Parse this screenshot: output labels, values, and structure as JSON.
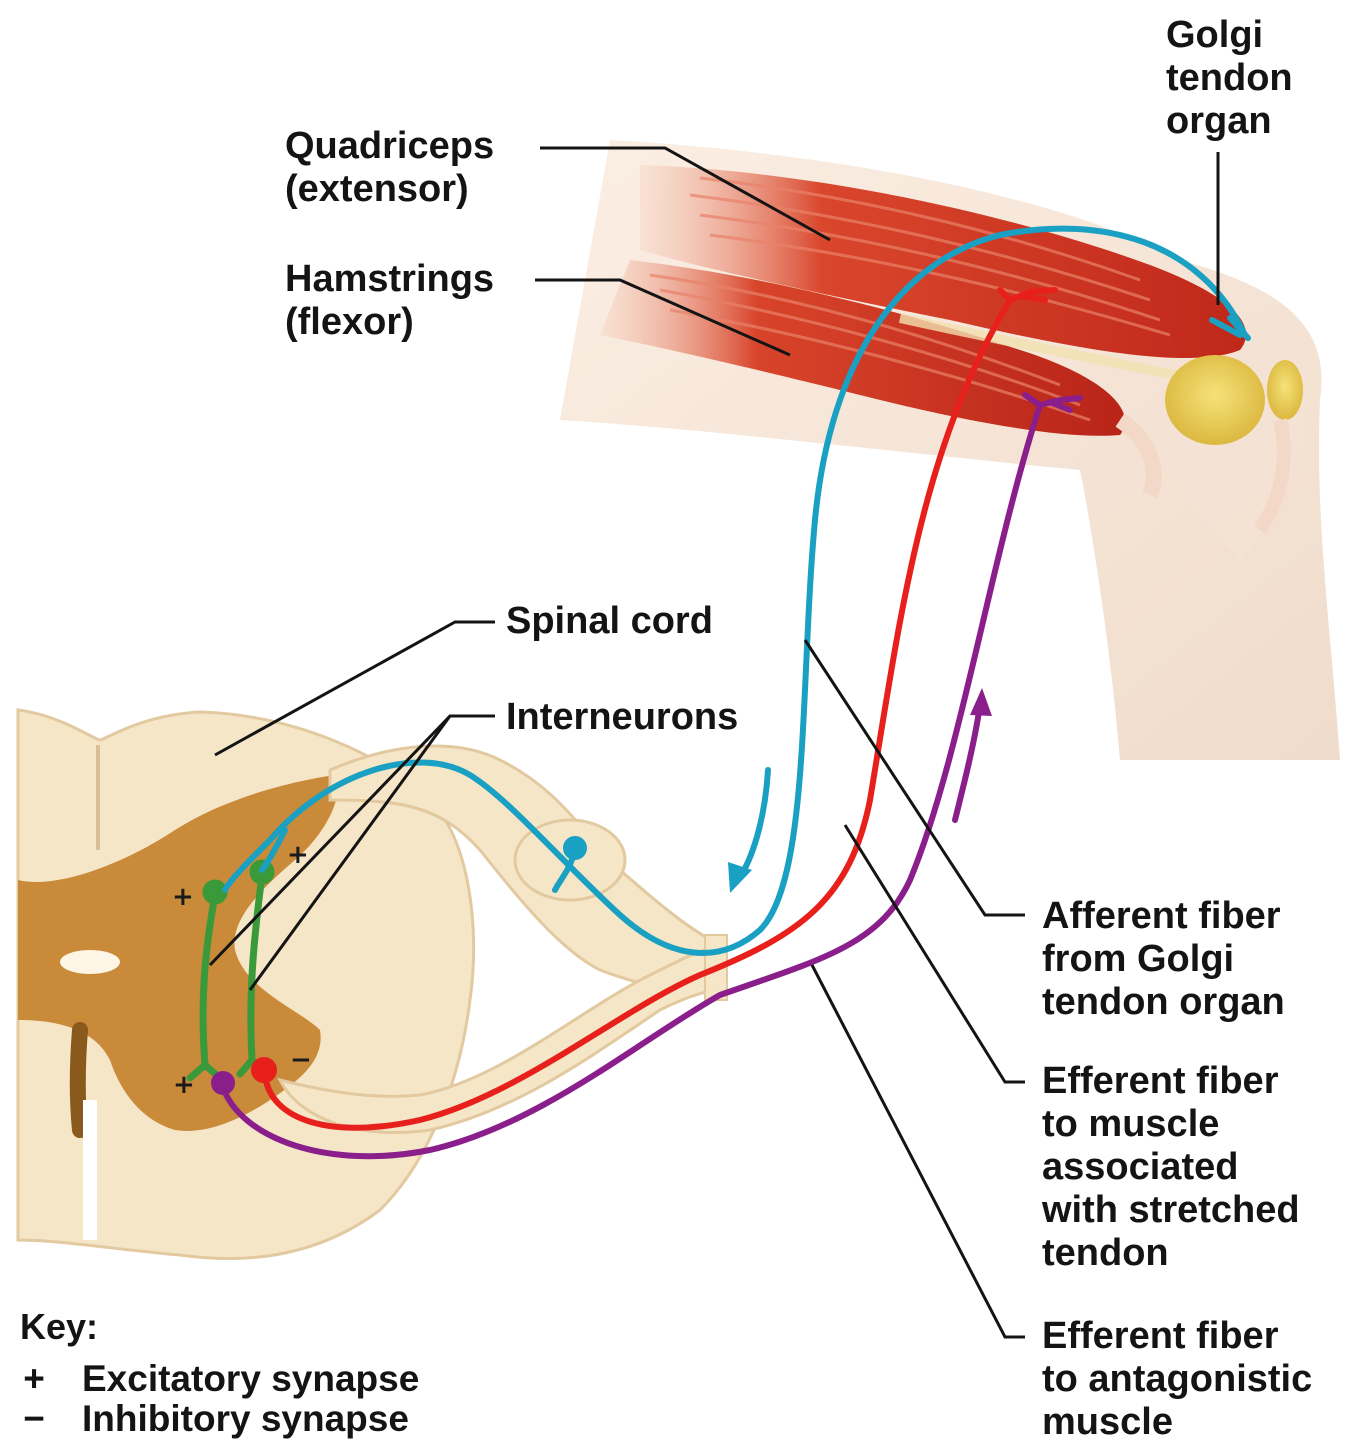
{
  "labels": {
    "golgi": [
      "Golgi",
      "tendon",
      "organ"
    ],
    "quadriceps": [
      "Quadriceps",
      "(extensor)"
    ],
    "hamstrings": [
      "Hamstrings",
      "(flexor)"
    ],
    "spinal_cord": "Spinal cord",
    "interneurons": "Interneurons",
    "afferent": [
      "Afferent fiber",
      "from Golgi",
      "tendon organ"
    ],
    "efferent_stretched": [
      "Efferent fiber",
      "to muscle",
      "associated",
      "with stretched",
      "tendon"
    ],
    "efferent_antagonistic": [
      "Efferent fiber",
      "to antagonistic",
      "muscle"
    ]
  },
  "synapse_signs": {
    "plus": "+",
    "minus": "−"
  },
  "key": {
    "title": "Key:",
    "items": [
      {
        "symbol": "+",
        "text": "Excitatory synapse"
      },
      {
        "symbol": "−",
        "text": "Inhibitory synapse"
      }
    ]
  },
  "colors": {
    "afferent_fiber": "#1aa0c2",
    "efferent_stretched_fiber": "#e8201c",
    "efferent_antagonistic_fiber": "#8a1f8c",
    "interneuron": "#3a9a3a",
    "muscle": "#c8321e",
    "gray_matter": "#c98a3a",
    "white_matter": "#f6e6c8",
    "bone": "#e8c650"
  }
}
